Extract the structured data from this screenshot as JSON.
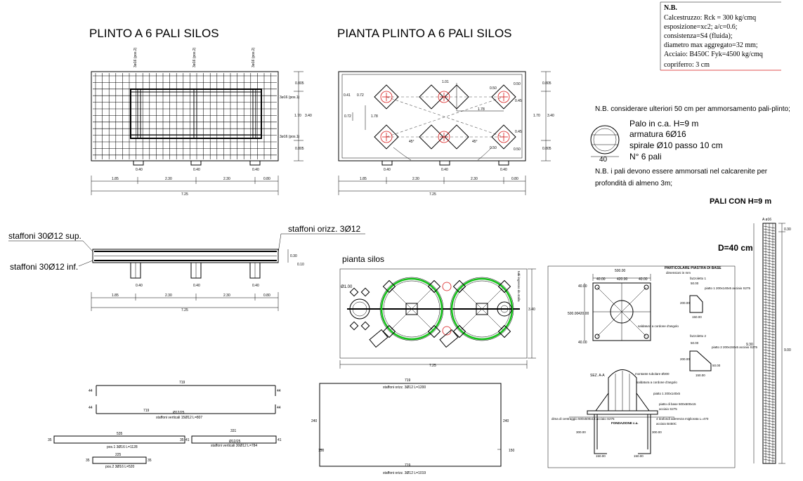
{
  "titles": {
    "plinto": "PLINTO A 6 PALI SILOS",
    "pianta_plinto": "PIANTA PLINTO A 6 PALI SILOS",
    "pianta_silos": "pianta silos",
    "pali_con": "PALI CON H=9 m",
    "diametro": "D=40 cm"
  },
  "nb_box": {
    "heading": "N.B.",
    "lines": [
      "Calcestruzzo: Rck = 300 kg/cmq",
      "esposizione=xc2;   a/c=0.6;",
      "consistenza=S4 (fluida);",
      "diametro max aggregato=32 mm;",
      "Acciaio: B450C Fyk=4500 kg/cmq",
      "copriferro: 3 cm"
    ]
  },
  "notes": {
    "ammorsamento": "N.B. considerare ulteriori 50 cm per ammorsamento pali-plinto;",
    "palo": [
      "Palo in c.a. H=9 m",
      "armatura 6Ø16",
      "spirale Ø10 passo 10 cm",
      "N° 6 pali"
    ],
    "palo_diam": "40",
    "calcarenite": [
      "N.B. i pali devono essere ammorsati nel calcarenite per",
      "profondità di almeno 3m;"
    ]
  },
  "plinto": {
    "top_labels": [
      "3ø16 (pos.2)",
      "3ø16 (pos.2)",
      "3ø16 (pos.2)"
    ],
    "side_labels": [
      "3ø16 (pos.1)",
      "3ø16 (pos.1)"
    ],
    "right_dims": [
      "0.805",
      "1.70",
      "3.40",
      "0.805"
    ],
    "pile_labels": [
      "0.40",
      "0.40",
      "0.40"
    ],
    "bottom_dims": [
      "1.85",
      "2.30",
      "2.30",
      "0.80"
    ],
    "total": "7.25"
  },
  "pianta": {
    "dims": [
      "0.41",
      "0.72",
      "0.72",
      "1.78",
      "1.01",
      "1.78",
      "0.50",
      "0.45",
      "0.45",
      "0.50",
      "0.50",
      "0.50"
    ],
    "angles": [
      "45°",
      "45°"
    ],
    "right_dims": [
      "0.805",
      "1.70",
      "3.40",
      "0.805"
    ],
    "pile_labels": [
      "0.40",
      "0.40",
      "0.40"
    ],
    "bottom_dims": [
      "1.85",
      "2.30",
      "2.30",
      "0.80"
    ],
    "total": "7.25"
  },
  "section": {
    "label_sup": "staffoni 30Ø12 sup.",
    "label_inf": "staffoni 30Ø12 inf.",
    "label_orizz": "staffoni orizz. 3Ø12",
    "right_dims": [
      "0.30",
      "0.10"
    ],
    "pile_labels": [
      "0.40",
      "0.40",
      "0.40"
    ],
    "bottom_dims": [
      "1.85",
      "2.30",
      "2.30",
      "0.80"
    ],
    "total": "7.25"
  },
  "silos": {
    "left_dim": "Ø1.00",
    "right_note": "tubi ingresso da stalla",
    "right_dim": "3.40",
    "bottom_dim": "7.25"
  },
  "bars": {
    "stirrup_top": "719",
    "stirrup_mid": "719",
    "hook_l1": "44",
    "hook_r1": "44",
    "hook_l2": "44",
    "hook_r2": "44",
    "spacing": "Ø12/25",
    "vert_label": "staffoni verticali 15Ø12 L=807",
    "pos1_len": "535",
    "pos1_hook_l": "35",
    "pos1_hook_r": "35",
    "pos1_label": "pos.1  3Ø16  L=1128",
    "v2_len": "331",
    "v2_hook_l": "41",
    "v2_hook_r": "41",
    "v2_spacing": "Ø12/25",
    "v2_label": "staffoni verticali 30Ø12 L=784",
    "pos2_len": "225",
    "pos2_hook_l": "35",
    "pos2_hook_r": "35",
    "pos2_label": "pos.2  3Ø16  L=520",
    "orizz_top": "719",
    "orizz_top_label": "staffoni orizz. 3Ø12 L=1200",
    "orizz_h_l": "240",
    "orizz_h_r": "240",
    "orizz_l2": "150",
    "orizz_r2": "150",
    "orizz_bot": "719",
    "orizz_bot_label": "staffoni orizz. 3Ø12 L=1019"
  },
  "baseplate": {
    "title": "PARTICOLARE PIASTRA DI BASE",
    "subtitle": "dimensioni in mm",
    "top_dims": [
      "500.00",
      "40.00",
      "420.00",
      "40.00"
    ],
    "left_dims": [
      "40.00",
      "500.00",
      "420.00",
      "40.00"
    ],
    "weld_note": "saldatura a cordone d'angolo",
    "fazzoletto1": "fazzoletto 1",
    "f1_dims": [
      "50.00",
      "200.00",
      "150.00"
    ],
    "f1_note": "piatto 1  200x140x5  acciaio S275",
    "fazzoletto2": "fazzoletto 2",
    "f2_dims": [
      "50.00",
      "200.00",
      "150.00",
      "50.00"
    ],
    "f2_note": "piatto 2  200x150x5  acciaio S275",
    "sez": "SEZ. A-A",
    "tube": "montante tubolare Ø300",
    "weld2": "saldatura a cordone d'angolo",
    "piatto1": "piatto 1  200x140x5",
    "piatto_base": "piatto di base 500x500x15",
    "acciaio": "acciaio S275",
    "tirafondi": "4 tirafondi aderenza migliorata L=470",
    "tir_acciaio": "acciaio B450C",
    "dima": "dima di centraggio 500x500x15 acciaio S275",
    "fondazione": "FONDAZIONE c.a.",
    "bottom_dims": [
      "300.00",
      "300.00",
      "150.00",
      "150.00"
    ]
  },
  "pile": {
    "top_label": "A ø16",
    "right_dims": [
      "0.30",
      "9.00"
    ],
    "left_dim": "9.30"
  }
}
